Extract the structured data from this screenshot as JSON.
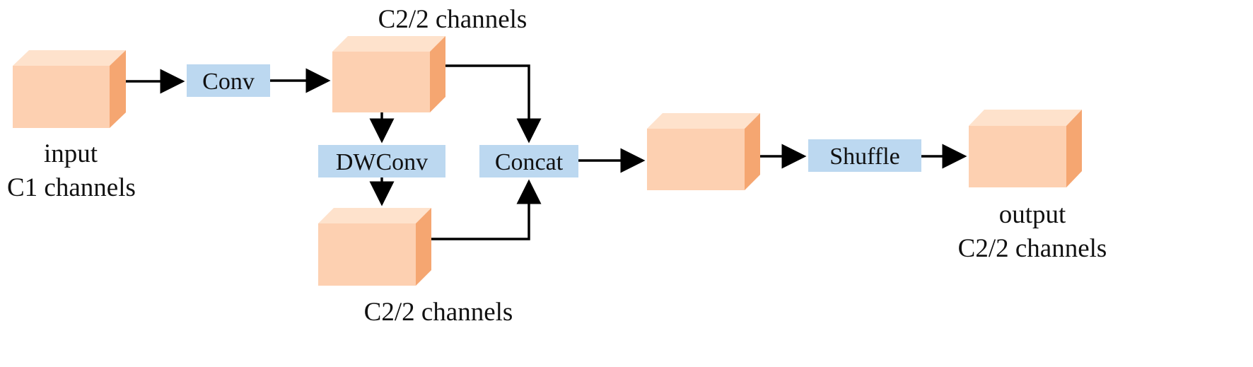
{
  "diagram": {
    "blocks": {
      "input": {
        "line1": "input",
        "line2": "C1 channels"
      },
      "conv_out": {
        "label": "C2/2 channels"
      },
      "dw_out": {
        "label": "C2/2 channels"
      },
      "concat_out": {},
      "output": {
        "line1": "output",
        "line2": "C2/2 channels"
      }
    },
    "ops": {
      "conv": "Conv",
      "dwconv": "DWConv",
      "concat": "Concat",
      "shuffle": "Shuffle"
    }
  },
  "colors": {
    "cube_front": "#fdd0b1",
    "cube_top": "#fee2cc",
    "cube_side": "#f5a671",
    "op_fill": "#bcd8f0",
    "arrow": "#000000"
  }
}
